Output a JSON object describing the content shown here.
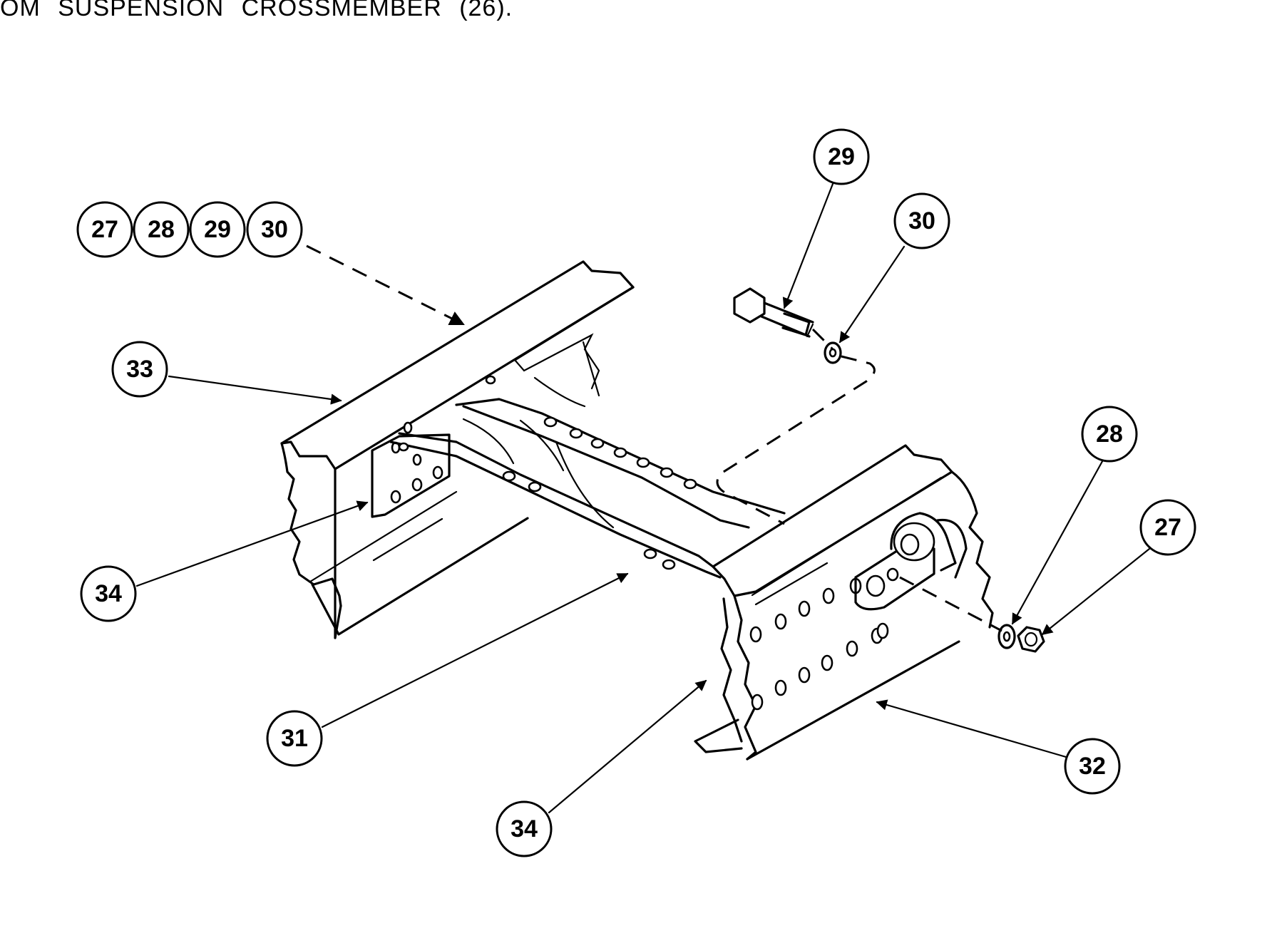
{
  "header": {
    "text": "OM  SUSPENSION  CROSSMEMBER  (26)."
  },
  "callouts": [
    {
      "id": "group",
      "labels": [
        "27",
        "28",
        "29",
        "30"
      ]
    },
    {
      "id": "29-top",
      "label": "29"
    },
    {
      "id": "30-top",
      "label": "30"
    },
    {
      "id": "33",
      "label": "33"
    },
    {
      "id": "28",
      "label": "28"
    },
    {
      "id": "27",
      "label": "27"
    },
    {
      "id": "34-left",
      "label": "34"
    },
    {
      "id": "31",
      "label": "31"
    },
    {
      "id": "32",
      "label": "32"
    },
    {
      "id": "34-bottom",
      "label": "34"
    }
  ]
}
